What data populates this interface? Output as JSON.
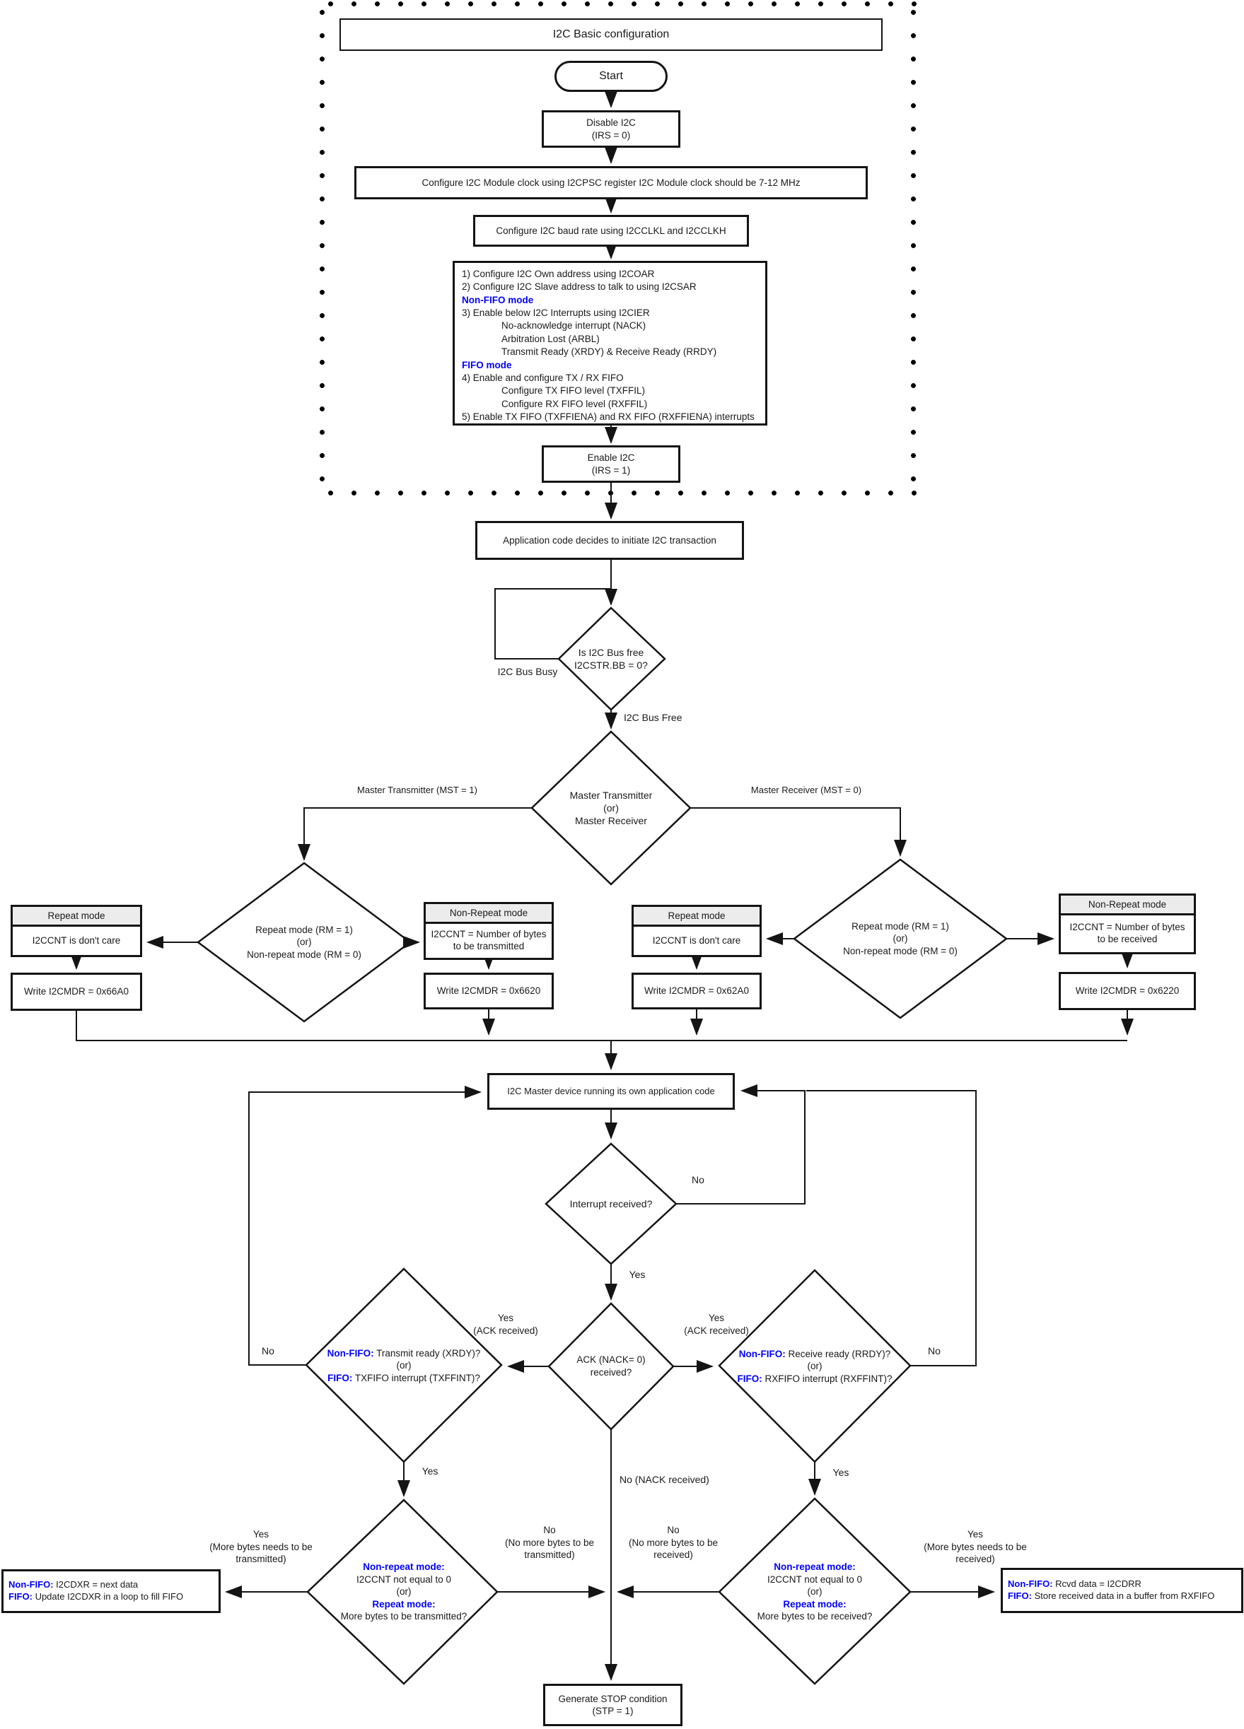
{
  "diagram": {
    "title": "I2C Basic configuration",
    "start": "Start",
    "disable": {
      "l1": "Disable I2C",
      "l2": "(IRS = 0)"
    },
    "clock": "Configure I2C Module clock using I2CPSC register I2C Module clock should be 7-12 MHz",
    "baud": "Configure I2C baud rate using I2CCLKL and I2CCLKH",
    "config_box": {
      "l1": "1) Configure I2C Own address using I2COAR",
      "l2": "2) Configure I2C Slave address to talk to using I2CSAR",
      "l3": "Non-FIFO mode",
      "l4": "3) Enable below I2C Interrupts using I2CIER",
      "l5": "No-acknowledge interrupt (NACK)",
      "l6": "Arbitration Lost (ARBL)",
      "l7": "Transmit Ready (XRDY) & Receive Ready (RRDY)",
      "l8": "FIFO mode",
      "l9": "4) Enable and configure TX / RX FIFO",
      "l10": "Configure TX FIFO level (TXFFIL)",
      "l11": "Configure RX FIFO level (RXFFIL)",
      "l12": "5) Enable TX FIFO (TXFFIENA) and RX FIFO (RXFFIENA) interrupts"
    },
    "enable": {
      "l1": "Enable I2C",
      "l2": "(IRS = 1)"
    },
    "app_code": "Application code decides to  initiate I2C transaction",
    "bus_free_diamond": {
      "l1": "Is I2C Bus free",
      "l2": "I2CSTR.BB = 0?"
    },
    "master_diamond": {
      "l1": "Master Transmitter",
      "l2": "(or)",
      "l3": "Master Receiver"
    },
    "mode_diamond": {
      "l1": "Repeat mode (RM = 1)",
      "l2": "(or)",
      "l3": "Non-repeat mode (RM = 0)"
    },
    "repeat_header": "Repeat mode",
    "nonrepeat_header": "Non-Repeat mode",
    "i2ccnt_dontcare": "I2CCNT is don't care",
    "i2ccnt_tx": "I2CCNT = Number of bytes to be transmitted",
    "i2ccnt_rx": "I2CCNT = Number of bytes to be received",
    "write_66a0": "Write I2CMDR = 0x66A0",
    "write_6620": "Write I2CMDR = 0x6620",
    "write_62a0": "Write I2CMDR = 0x62A0",
    "write_6220": "Write I2CMDR = 0x6220",
    "master_box": "I2C Master device running its own application code",
    "interrupt_diamond": "Interrupt received?",
    "ack_diamond": {
      "l1": "ACK (NACK= 0)",
      "l2": "received?"
    },
    "xrdy_diamond": {
      "p1": "Non-FIFO:",
      "t1": "Transmit ready (XRDY)?",
      "or": "(or)",
      "p2": "FIFO:",
      "t2": "TXFIFO interrupt (TXFFINT)?"
    },
    "rrdy_diamond": {
      "p1": "Non-FIFO:",
      "t1": "Receive ready (RRDY)?",
      "or": "(or)",
      "p2": "FIFO:",
      "t2": "RXFIFO interrupt (RXFFINT)?"
    },
    "tx_more_diamond": {
      "p1": "Non-repeat mode:",
      "t1": "I2CCNT not equal to 0",
      "or": "(or)",
      "p2": "Repeat mode:",
      "t2": "More bytes to be transmitted?"
    },
    "rx_more_diamond": {
      "p1": "Non-repeat mode:",
      "t1": "I2CCNT not equal to 0",
      "or": "(or)",
      "p2": "Repeat mode:",
      "t2": "More bytes to be received?"
    },
    "tx_data_box": {
      "p1": "Non-FIFO:",
      "t1": "I2CDXR = next data",
      "p2": "FIFO:",
      "t2": "Update I2CDXR in a loop to fill FIFO"
    },
    "rx_data_box": {
      "p1": "Non-FIFO:",
      "t1": "Rcvd data = I2CDRR",
      "p2": "FIFO:",
      "t2": "Store received data in a buffer from RXFIFO"
    },
    "stop_box": {
      "l1": "Generate STOP condition",
      "l2": "(STP = 1)"
    },
    "labels": {
      "bus_busy": "I2C Bus Busy",
      "bus_free": "I2C Bus Free",
      "mst1": "Master Transmitter (MST = 1)",
      "mst0": "Master Receiver (MST = 0)",
      "yes": "Yes",
      "no": "No",
      "ack_received": "(ACK received)",
      "no_nack": "No (NACK received)",
      "no_more_tx": "(No more bytes to be transmitted)",
      "yes_more_tx": "(More bytes needs to be transmitted)",
      "no_more_rx": "(No more bytes to be received)",
      "yes_more_rx": "(More bytes needs to be received)"
    },
    "colors": {
      "accent_blue": "#0000ff",
      "line": "#141414",
      "header_fill": "#ececec"
    }
  }
}
